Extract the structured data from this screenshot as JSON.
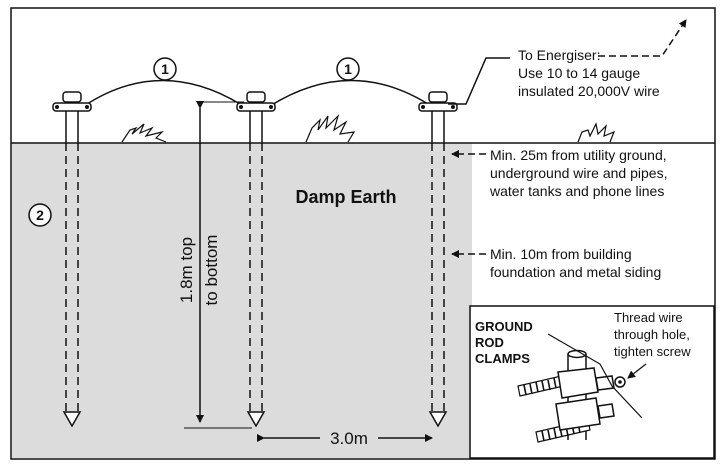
{
  "labels": {
    "callout_1a": "1",
    "callout_1b": "1",
    "callout_2": "2",
    "damp_earth": "Damp Earth",
    "rod_height_line1": "1.8m top",
    "rod_height_line2": "to bottom",
    "spacing": "3.0m",
    "energiser_line1": "To Energiser:",
    "energiser_line2": "Use 10 to 14 gauge",
    "energiser_line3": "insulated 20,000V wire",
    "utility_line1": "Min. 25m from utility ground,",
    "utility_line2": "underground wire and pipes,",
    "utility_line3": "water tanks and phone lines",
    "building_line1": "Min. 10m from building",
    "building_line2": "foundation and metal siding",
    "clamps_line1": "GROUND",
    "clamps_line2": "ROD",
    "clamps_line3": "CLAMPS",
    "thread_line1": "Thread wire",
    "thread_line2": "through hole,",
    "thread_line3": "tighten screw"
  },
  "colors": {
    "earth_fill": "#dcdcdc",
    "line": "#111111",
    "background": "#ffffff"
  }
}
